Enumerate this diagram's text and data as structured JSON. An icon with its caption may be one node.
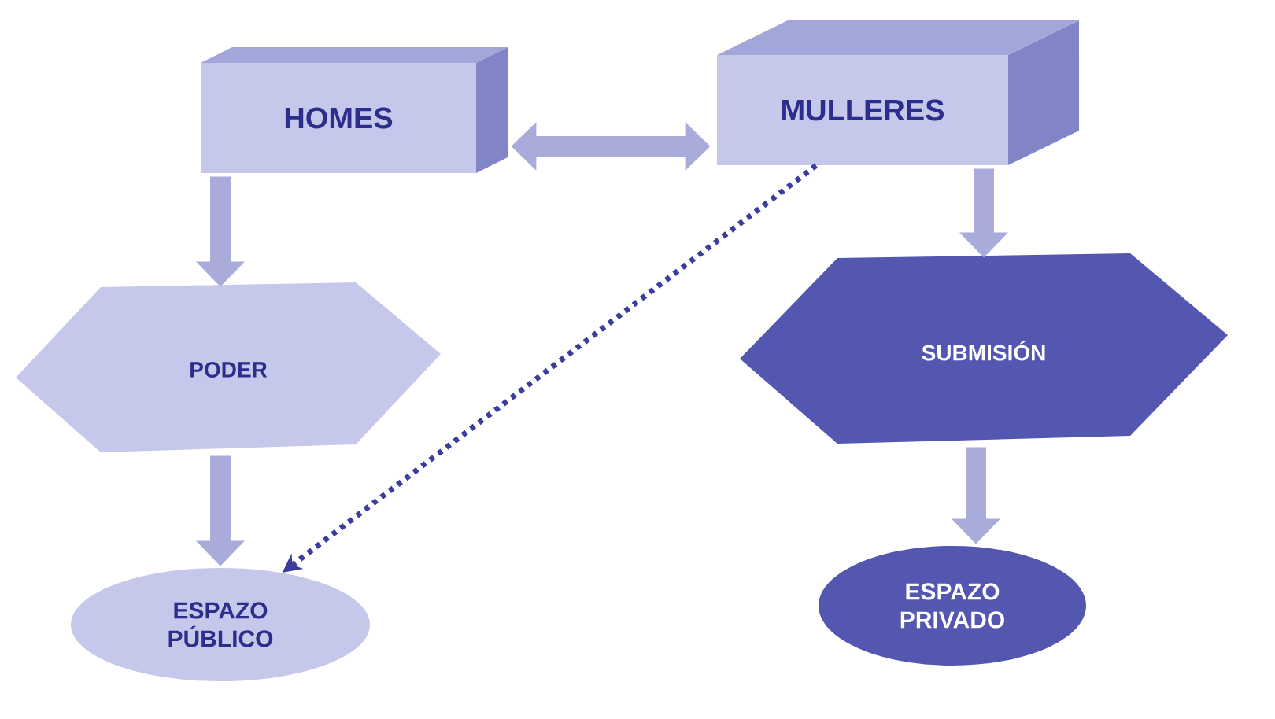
{
  "diagram": {
    "nodes": [
      {
        "text": [
          "HOMES"
        ]
      },
      {
        "text": [
          "MULLERES"
        ]
      },
      {
        "text": [
          "PODER"
        ]
      },
      {
        "text": [
          "SUBMISIÓN"
        ]
      },
      {
        "text": [
          "ESPAZO PÚBLICO"
        ]
      },
      {
        "text": [
          "ESPAZO PRIVADO"
        ]
      }
    ],
    "edges": [
      {
        "from": 0,
        "to": 1,
        "arrow": "both"
      },
      {
        "from": 0,
        "to": 2,
        "arrow": "to"
      },
      {
        "from": 2,
        "to": 4,
        "arrow": "to"
      },
      {
        "from": 1,
        "to": 3,
        "arrow": "to"
      },
      {
        "from": 3,
        "to": 5,
        "arrow": "to"
      },
      {
        "from": 1,
        "to": 4,
        "arrow": "to",
        "style": "dashed",
        "color": "#3a3d9c"
      }
    ]
  }
}
